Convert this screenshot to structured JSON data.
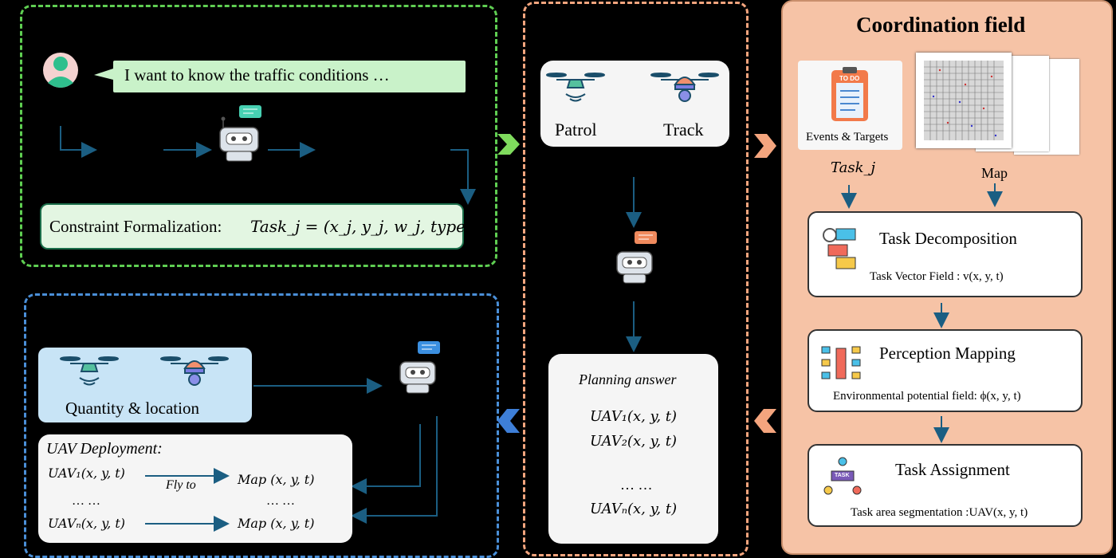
{
  "user_panel": {
    "query": "I want to know the traffic conditions …",
    "constraint_label": "Constraint Formalization:",
    "constraint_formula": "Task_j = (x_j, y_j, w_j, type_j)"
  },
  "middle_panel": {
    "patrol_label": "Patrol",
    "track_label": "Track",
    "planning_title": "Planning answer",
    "planning_items": [
      "UAV₁(x, y, t)",
      "UAV₂(x, y, t)",
      "… …",
      "UAVₙ(x, y, t)"
    ]
  },
  "coordination": {
    "title": "Coordination field",
    "events_label": "Events & Targets",
    "todo_label": "TO DO",
    "task_label": "Task_j",
    "map_label": "Map",
    "steps": [
      {
        "title": "Task Decomposition",
        "sub": "Task Vector Field : v(x, y, t)"
      },
      {
        "title": "Perception Mapping",
        "sub": "Environmental potential field: ϕ(x, y, t)"
      },
      {
        "title": "Task Assignment",
        "sub": "Task area segmentation :UAV(x, y, t)"
      }
    ],
    "task_badge": "TASK"
  },
  "deploy_panel": {
    "quantity_label": "Quantity & location",
    "deploy_title": "UAV Deployment:",
    "row1_left": "UAV₁(x, y, t)",
    "fly_label": "Fly to",
    "row1_right": "Map (x, y, t)",
    "dots_left": "… …",
    "dots_right": "… …",
    "rowN_left": "UAVₙ(x, y, t)",
    "rowN_right": "Map (x, y, t)"
  },
  "colors": {
    "green": "#5fce52",
    "orange": "#f4a57e",
    "blue": "#4a8fd8",
    "arrow": "#1b5e82",
    "coord_bg": "#f6c3a6",
    "query_bg": "#c9f2c9",
    "quantity_bg": "#c8e4f6"
  }
}
